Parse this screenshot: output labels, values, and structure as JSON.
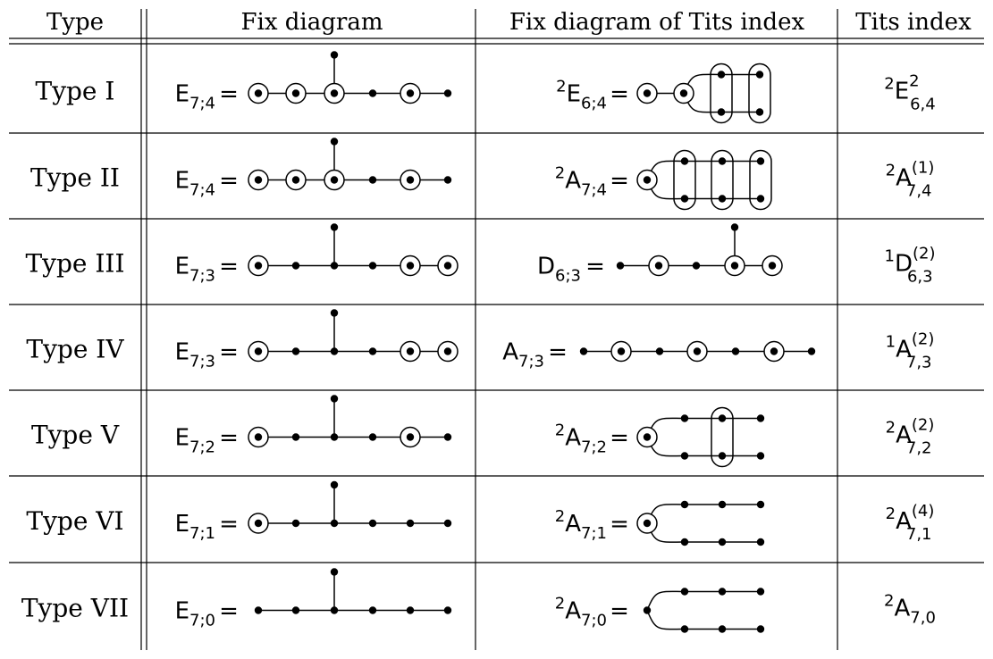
{
  "headers": {
    "type": "Type",
    "fix": "Fix diagram",
    "fixTits": "Fix diagram of Tits index",
    "tits": "Tits index"
  },
  "rows": [
    {
      "type": "Type I",
      "lhs": {
        "base": "E",
        "sub": "7;4"
      },
      "e7_circled": [
        1,
        2,
        3,
        5
      ],
      "rhs": {
        "pre": "2",
        "base": "E",
        "sub": "6;4"
      },
      "tits_diagram": {
        "kind": "fork",
        "circled_nodes": [
          1,
          2
        ],
        "branch_len": 2,
        "ovals": [
          1,
          2
        ]
      },
      "tits": {
        "pre": "2",
        "base": "E",
        "sub": "6,4",
        "sup": "2"
      }
    },
    {
      "type": "Type II",
      "lhs": {
        "base": "E",
        "sub": "7;4"
      },
      "e7_circled": [
        1,
        2,
        3,
        5
      ],
      "rhs": {
        "pre": "2",
        "base": "A",
        "sub": "7;4"
      },
      "tits_diagram": {
        "kind": "fork",
        "circled_nodes": [
          1
        ],
        "branch_len": 3,
        "ovals": [
          1,
          2,
          3
        ]
      },
      "tits": {
        "pre": "2",
        "base": "A",
        "sub": "7,4",
        "sup": "(1)"
      }
    },
    {
      "type": "Type III",
      "lhs": {
        "base": "E",
        "sub": "7;3"
      },
      "e7_circled": [
        1,
        5,
        6
      ],
      "rhs": {
        "pre": "",
        "base": "D",
        "sub": "6;3"
      },
      "tits_diagram": {
        "kind": "D6",
        "circled_nodes": [
          2,
          4,
          5
        ]
      },
      "tits": {
        "pre": "1",
        "base": "D",
        "sub": "6,3",
        "sup": "(2)"
      }
    },
    {
      "type": "Type IV",
      "lhs": {
        "base": "E",
        "sub": "7;3"
      },
      "e7_circled": [
        1,
        5,
        6
      ],
      "rhs": {
        "pre": "",
        "base": "A",
        "sub": "7;3"
      },
      "tits_diagram": {
        "kind": "A7",
        "circled_nodes": [
          2,
          4,
          6
        ]
      },
      "tits": {
        "pre": "1",
        "base": "A",
        "sub": "7,3",
        "sup": "(2)"
      }
    },
    {
      "type": "Type V",
      "lhs": {
        "base": "E",
        "sub": "7;2"
      },
      "e7_circled": [
        1,
        5
      ],
      "rhs": {
        "pre": "2",
        "base": "A",
        "sub": "7;2"
      },
      "tits_diagram": {
        "kind": "fork",
        "circled_nodes": [
          1
        ],
        "branch_len": 3,
        "ovals": [
          2
        ]
      },
      "tits": {
        "pre": "2",
        "base": "A",
        "sub": "7,2",
        "sup": "(2)"
      }
    },
    {
      "type": "Type VI",
      "lhs": {
        "base": "E",
        "sub": "7;1"
      },
      "e7_circled": [
        1
      ],
      "rhs": {
        "pre": "2",
        "base": "A",
        "sub": "7;1"
      },
      "tits_diagram": {
        "kind": "fork",
        "circled_nodes": [
          1
        ],
        "branch_len": 3,
        "ovals": []
      },
      "tits": {
        "pre": "2",
        "base": "A",
        "sub": "7,1",
        "sup": "(4)"
      }
    },
    {
      "type": "Type VII",
      "lhs": {
        "base": "E",
        "sub": "7;0"
      },
      "e7_circled": [],
      "rhs": {
        "pre": "2",
        "base": "A",
        "sub": "7;0"
      },
      "tits_diagram": {
        "kind": "fork",
        "circled_nodes": [],
        "branch_len": 3,
        "ovals": []
      },
      "tits": {
        "pre": "2",
        "base": "A",
        "sub": "7,0",
        "sup": ""
      }
    }
  ]
}
